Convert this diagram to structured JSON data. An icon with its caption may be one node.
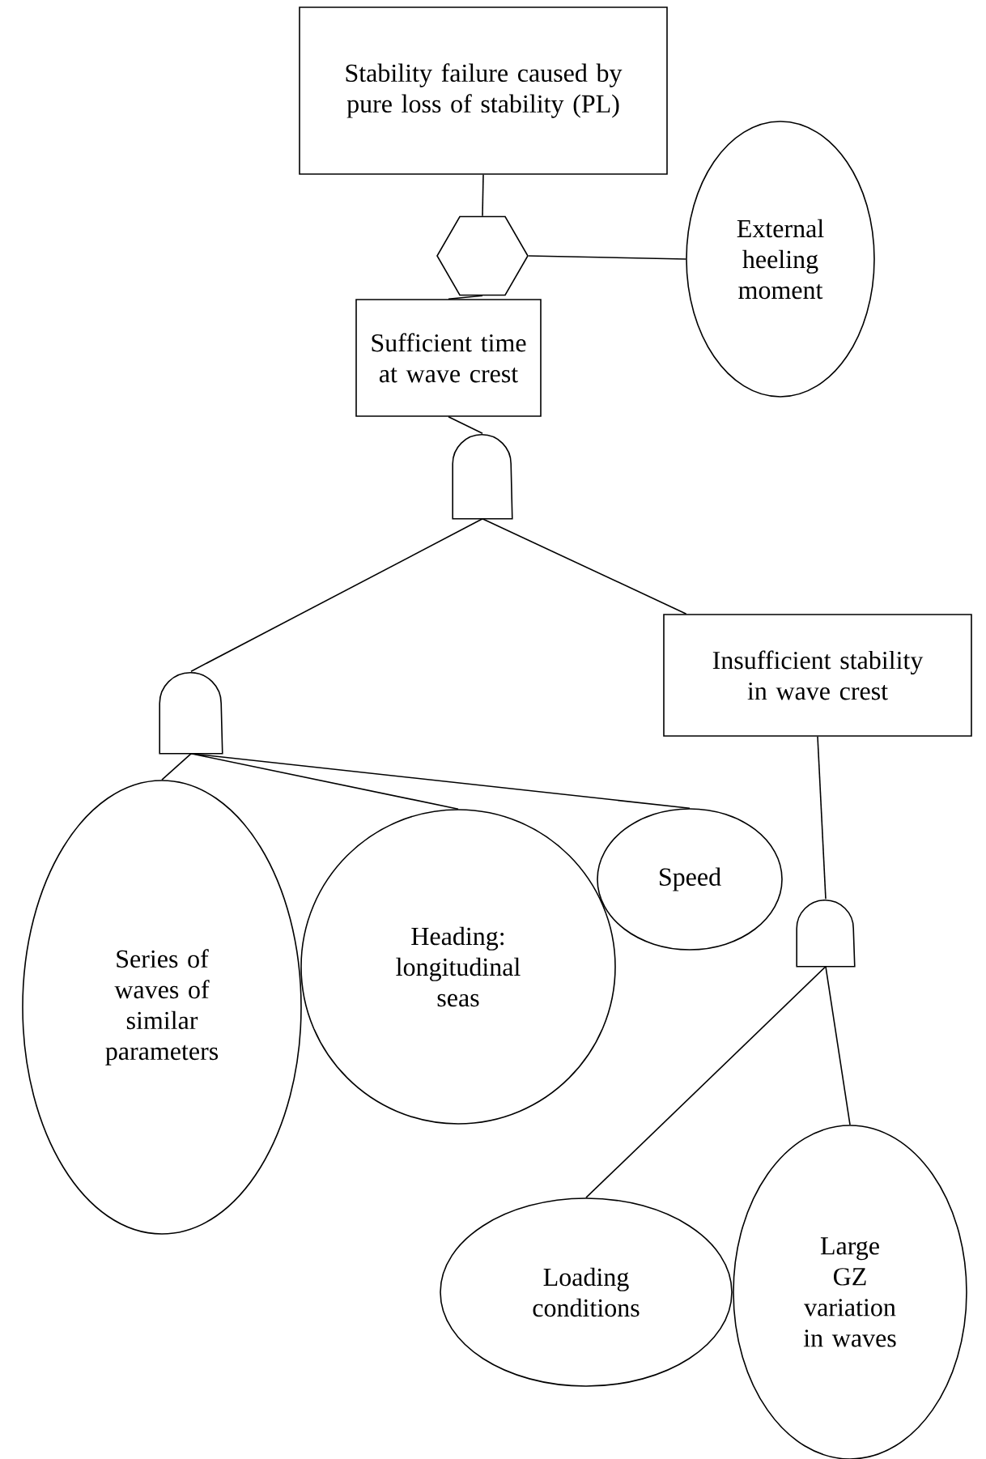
{
  "diagram": {
    "nodes": [
      {
        "text": [
          "Stability failure caused by pure loss of stability (PL)"
        ]
      },
      {
        "text": [],
        "shape": "hexagon"
      },
      {
        "text": [
          "External heeling moment"
        ]
      },
      {
        "text": [
          "Sufficient time at wave crest"
        ]
      },
      {
        "text": [],
        "shape": "gate"
      },
      {
        "text": [],
        "shape": "gate"
      },
      {
        "text": [
          "Insufficient stability in wave crest"
        ]
      },
      {
        "text": [
          "Series of waves of similar parameters"
        ]
      },
      {
        "text": [
          "Heading: longitudinal seas"
        ]
      },
      {
        "text": [
          "Speed"
        ]
      },
      {
        "text": [],
        "shape": "gate"
      },
      {
        "text": [
          "Loading conditions"
        ]
      },
      {
        "text": [
          "Large GZ variation in waves"
        ]
      }
    ],
    "edges": [
      {
        "from": 0,
        "to": 1,
        "arrow": "none"
      },
      {
        "from": 1,
        "to": 2,
        "arrow": "none"
      },
      {
        "from": 1,
        "to": 3,
        "arrow": "none"
      },
      {
        "from": 3,
        "to": 4,
        "arrow": "none"
      },
      {
        "from": 4,
        "to": 5,
        "arrow": "none"
      },
      {
        "from": 4,
        "to": 6,
        "arrow": "none"
      },
      {
        "from": 5,
        "to": 7,
        "arrow": "none"
      },
      {
        "from": 5,
        "to": 8,
        "arrow": "none"
      },
      {
        "from": 5,
        "to": 9,
        "arrow": "none"
      },
      {
        "from": 6,
        "to": 10,
        "arrow": "none"
      },
      {
        "from": 10,
        "to": 11,
        "arrow": "none"
      },
      {
        "from": 10,
        "to": 12,
        "arrow": "none"
      }
    ]
  }
}
